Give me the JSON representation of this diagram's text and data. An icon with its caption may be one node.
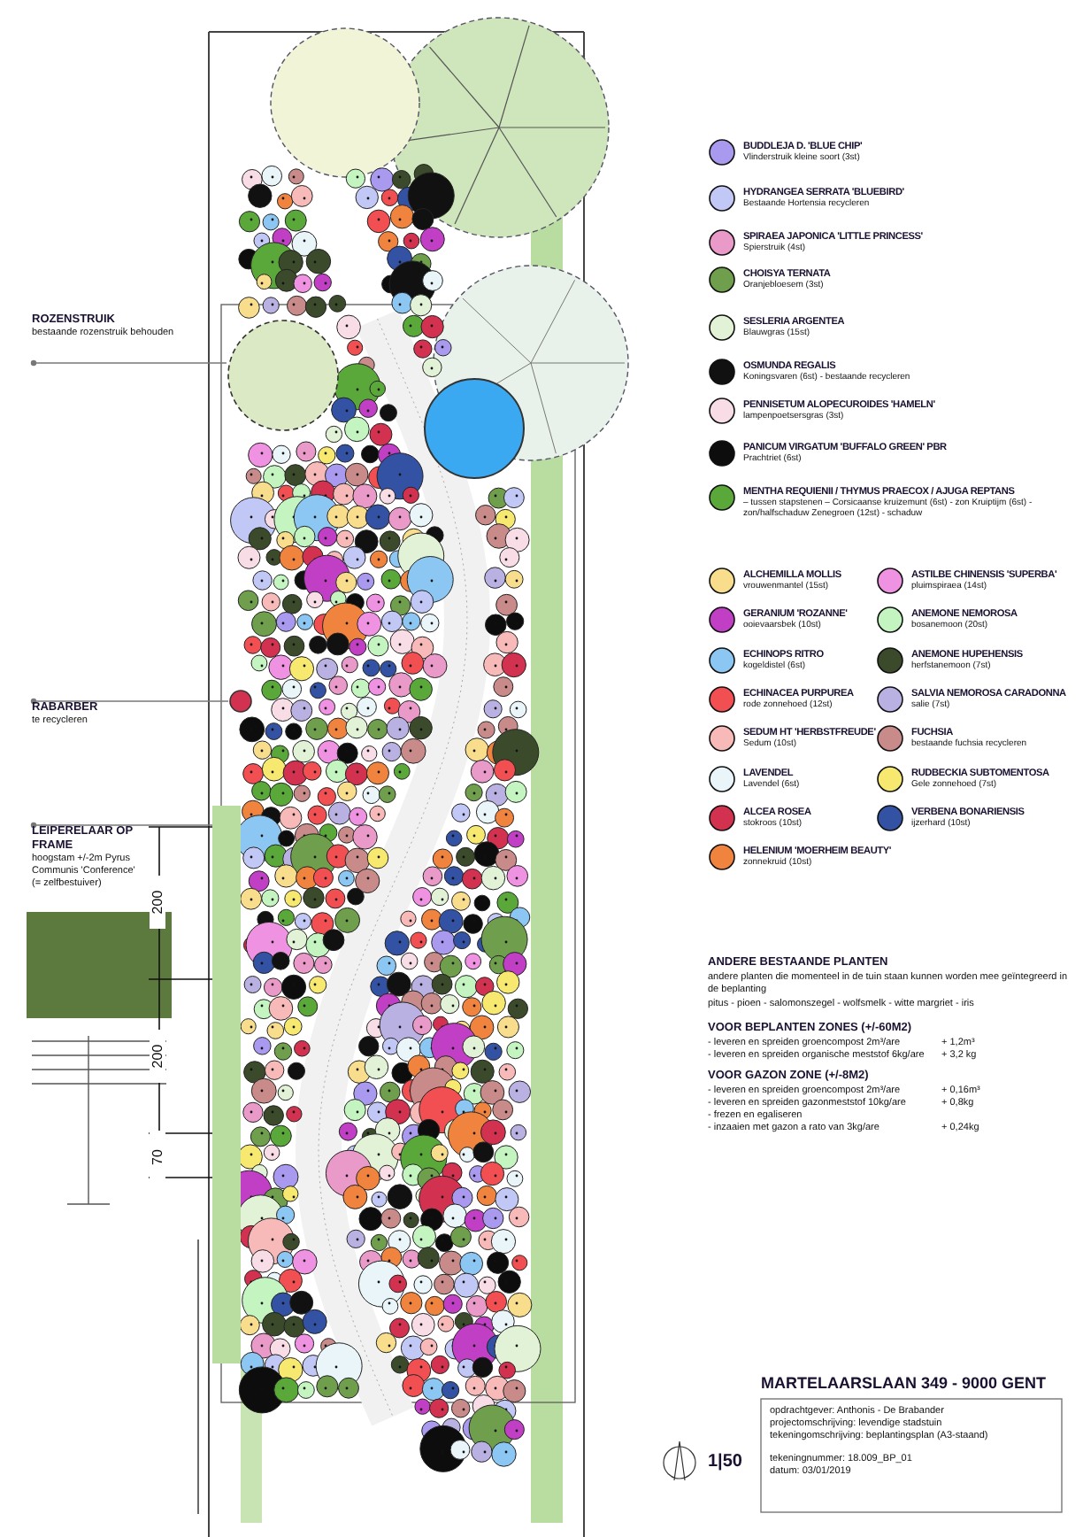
{
  "diagram": {
    "nodes": [
      {
        "text": [
          "ROZENSTRUIK",
          "bestaande rozenstruik behouden"
        ]
      },
      {
        "text": [],
        "shape": "circle"
      },
      {
        "text": [
          "RABARBER",
          "te recycleren"
        ]
      },
      {
        "text": [],
        "shape": "circle"
      },
      {
        "text": [
          "LEIPERELAAR OP FRAME",
          "hoogstam +/-2m Pyrus Communis 'Conference' (= zelfbestuiver)"
        ]
      },
      {
        "text": [],
        "shape": "bar"
      }
    ],
    "edges": [
      {
        "from": 0,
        "to": 1,
        "arrow": "other"
      },
      {
        "from": 2,
        "to": 3,
        "arrow": "other"
      },
      {
        "from": 4,
        "to": 5,
        "arrow": "other"
      }
    ],
    "labels": [
      "200",
      "200",
      "70",
      "ANDERE BESTAANDE PLANTEN",
      "andere planten die momenteel in de tuin staan kunnen worden mee geïntegreerd in de beplanting",
      "pitus - pioen - salomonszegel - wolfsmelk - witte margriet - iris",
      "VOOR BEPLANTEN ZONES (+/-60M2)",
      "- leveren en spreiden groencompost 2m³/are",
      "+ 1,2m³",
      "- leveren en spreiden organische meststof 6kg/are",
      "+ 3,2 kg",
      "VOOR GAZON ZONE (+/-8M2)",
      "- leveren en spreiden groencompost 2m³/are",
      "+ 0,16m³",
      "- leveren en spreiden gazonmeststof 10kg/are",
      "+ 0,8kg",
      "- frezen en egaliseren",
      "- inzaaien met gazon a rato van 3kg/are",
      "+ 0,24kg",
      "MARTELAARSLAAN 349 - 9000 GENT",
      "opdrachtgever: Anthonis - De Brabander",
      "projectomschrijving: levendige stadstuin",
      "tekeningomschrijving: beplantingsplan (A3-staand)",
      "tekeningnummer: 18.009_BP_01",
      "datum: 03/01/2019",
      "1|50"
    ],
    "legend": [
      {
        "text": "**BUDDLEJA D. 'BLUE CHIP'** Vlinderstruik kleine soort (3st)",
        "color": "#a99af0"
      },
      {
        "text": "**HYDRANGEA SERRATA 'BLUEBIRD'** Bestaande Hortensia recycleren",
        "color": "#c2c8f5"
      },
      {
        "text": "**SPIRAEA JAPONICA 'LITTLE PRINCESS'** Spierstruik (4st)",
        "color": "#e99ac8"
      },
      {
        "text": "**CHOISYA TERNATA** Oranjebloesem (3st)",
        "color": "#6f9e4c"
      },
      {
        "text": "**SESLERIA ARGENTEA** Blauwgras (15st)",
        "color": "#e2f2d6"
      },
      {
        "text": "**OSMUNDA REGALIS** Koningsvaren (6st) - bestaande recycleren",
        "color": "#111111"
      },
      {
        "text": "**PENNISETUM ALOPECUROIDES 'HAMELN'** lampenpoetsersgras (3st)",
        "color": "#f8dce6"
      },
      {
        "text": "**PANICUM VIRGATUM 'BUFFALO GREEN' PBR** Prachtriet (6st)",
        "color": "#0d0d0d"
      },
      {
        "text": "**MENTHA REQUIENII / THYMUS PRAECOX / AJUGA REPTANS** – tussen stapstenen – Corsicaanse kruizemunt (6st) - zon Kruiptijm (6st) - zon/halfschaduw Zenegroen (12st) - schaduw",
        "color": "#5aa83a"
      },
      {
        "text": "**ALCHEMILLA MOLLIS** vrouwenmantel (15st)",
        "color": "#f8dd8c"
      },
      {
        "text": "**ASTILBE CHINENSIS 'SUPERBA'** pluimspiraea (14st)",
        "color": "#f092e2"
      },
      {
        "text": "**GERANIUM 'ROZANNE'** ooievaarsbek (10st)",
        "color": "#c03fc4"
      },
      {
        "text": "**ANEMONE NEMOROSA** bosanemoon (20st)",
        "color": "#c4f5c0"
      },
      {
        "text": "**ECHINOPS RITRO** kogeldistel (6st)",
        "color": "#8cc6f2"
      },
      {
        "text": "**ANEMONE HUPEHENSIS** herfstanemoon (7st)",
        "color": "#3c4a2c"
      },
      {
        "text": "**ECHINACEA PURPUREA** rode zonnehoed (12st)",
        "color": "#f24f52"
      },
      {
        "text": "**SALVIA NEMOROSA CARADONNA** salie (7st)",
        "color": "#b9b1e2"
      },
      {
        "text": "**SEDUM HT 'HERBSTFREUDE'** Sedum (10st)",
        "color": "#f8b9b9"
      },
      {
        "text": "**FUCHSIA** bestaande fuchsia recycleren",
        "color": "#c98a8a"
      },
      {
        "text": "**LAVENDEL** Lavendel (6st)",
        "color": "#e9f5f9"
      },
      {
        "text": "**RUDBECKIA SUBTOMENTOSA** Gele zonnehoed (7st)",
        "color": "#f7e870"
      },
      {
        "text": "**ALCEA ROSEA** stokroos (10st)",
        "color": "#d2324f"
      },
      {
        "text": "**VERBENA BONARIENSIS** ijzerhard (10st)",
        "color": "#3352a3"
      },
      {
        "text": "**HELENIUM 'MOERHEIM BEAUTY'** zonnekruid (10st)",
        "color": "#f0843f"
      }
    ]
  }
}
